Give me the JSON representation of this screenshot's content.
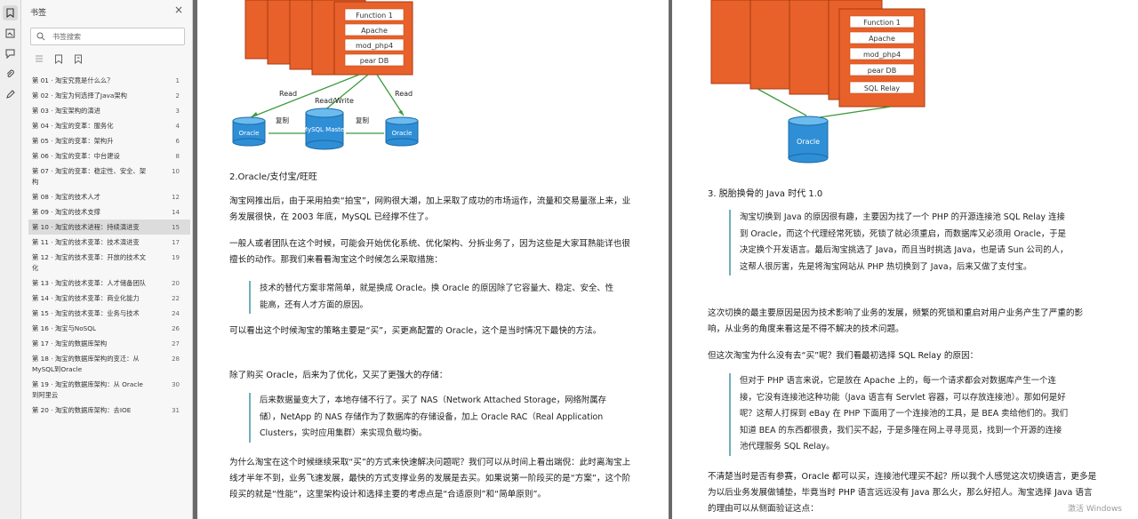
{
  "sidebar": {
    "title": "书签",
    "search_placeholder": "书签搜索",
    "items": [
      {
        "label": "第 01 · 淘宝究竟是什么么？",
        "page": "1"
      },
      {
        "label": "第 02 · 淘宝为何选择了Java架构",
        "page": "2"
      },
      {
        "label": "第 03 · 淘宝架构的演进",
        "page": "3"
      },
      {
        "label": "第 04 · 淘宝的变革：服务化",
        "page": "4"
      },
      {
        "label": "第 05 · 淘宝的变革：架构升",
        "page": "6"
      },
      {
        "label": "第 06 · 淘宝的变革：中台建设",
        "page": "8"
      },
      {
        "label": "第 07 · 淘宝的变革：稳定性、安全、架构",
        "page": "10"
      },
      {
        "label": "第 08 · 淘宝的技术人才",
        "page": "12"
      },
      {
        "label": "第 09 · 淘宝的技术支撑",
        "page": "14"
      },
      {
        "label": "第 10 · 淘宝的技术进程：持续演进变",
        "page": "15"
      },
      {
        "label": "第 11 · 淘宝的技术变革：技术演进变",
        "page": "17"
      },
      {
        "label": "第 12 · 淘宝的技术变革：开放的技术文化",
        "page": "19"
      },
      {
        "label": "第 13 · 淘宝的技术变革：人才储备团队",
        "page": "20"
      },
      {
        "label": "第 14 · 淘宝的技术变革：商业化能力",
        "page": "22"
      },
      {
        "label": "第 15 · 淘宝的技术变革：业务与技术",
        "page": "24"
      },
      {
        "label": "第 16 · 淘宝与NoSQL",
        "page": "26"
      },
      {
        "label": "第 17 · 淘宝的数据库架构",
        "page": "27"
      },
      {
        "label": "第 18 · 淘宝的数据库架构的变迁：从 MySQL到Oracle",
        "page": "28"
      },
      {
        "label": "第 19 · 淘宝的数据库架构：从 Oracle到阿里云",
        "page": "30"
      },
      {
        "label": "第 20 · 淘宝的数据库架构：去IOE",
        "page": "31"
      }
    ],
    "selected_index": 9
  },
  "page_left": {
    "diagram": {
      "box_labels": [
        "Function 1",
        "Apache",
        "mod_php4",
        "pear DB"
      ],
      "read_left": "Read",
      "read_write": "Read/Write",
      "read_right": "Read",
      "db_left": "Oracle",
      "db_center": "MySQL Master",
      "db_right": "Oracle",
      "sync_left": "复制",
      "sync_right": "复制"
    },
    "heading": "2.Oracle/支付宝/旺旺",
    "para1": "淘宝网推出后，由于采用拍卖“拍宝”，网购很大潮，加上采取了成功的市场运作，流量和交易量涨上来，业务发展很快，在 2003 年底，MySQL 已经撑不住了。",
    "para2": "一般人或者团队在这个时候，可能会开始优化系统、优化架构、分拆业务了，因为这些是大家耳熟能详也很擅长的动作。那我们来看看淘宝这个时候怎么采取措施：",
    "quote1": "技术的替代方案非常简单，就是换成 Oracle。换 Oracle 的原因除了它容量大、稳定、安全、性能高，还有人才方面的原因。",
    "para3": "可以看出这个时候淘宝的策略主要是“买”，买更高配置的 Oracle，这个是当时情况下最快的方法。",
    "para4": "除了购买 Oracle，后来为了优化，又买了更强大的存储：",
    "quote2": "后来数据量变大了，本地存储不行了。买了 NAS（Network Attached Storage，网络附属存储），NetApp 的 NAS 存储作为了数据库的存储设备，加上 Oracle RAC（Real Application Clusters，实时应用集群）来实现负载均衡。",
    "para5": "为什么淘宝在这个时候继续采取“买”的方式来快速解决问题呢？我们可以从时间上看出端倪：此时离淘宝上线才半年不到，业务飞速发展，最快的方式支撑业务的发展是去买。如果说第一阶段买的是“方案”，这个阶段买的就是“性能”，这里架构设计和选择主要的考虑点是“合适原则”和“简单原则”。"
  },
  "page_right": {
    "diagram": {
      "box_labels": [
        "Function 1",
        "Apache",
        "mod_php4",
        "pear DB",
        "SQL Relay"
      ],
      "db_label": "Oracle"
    },
    "heading": "3. 脱胎换骨的 Java 时代 1.0",
    "quote1": "淘宝切换到 Java 的原因很有趣，主要因为找了一个 PHP 的开源连接池 SQL Relay 连接到 Oracle，而这个代理经常死锁，死锁了就必须重启，而数据库又必须用 Oracle，于是决定换个开发语言。最后淘宝挑选了 Java，而且当时挑选 Java，也是请 Sun 公司的人，这帮人很厉害，先是将淘宝网站从 PHP 热切换到了 Java，后来又做了支付宝。",
    "para1": "这次切换的最主要原因是因为技术影响了业务的发展，频繁的死锁和重启对用户业务产生了严重的影响，从业务的角度来看这是不得不解决的技术问题。",
    "para2": "但这次淘宝为什么没有去“买”呢？我们看最初选择 SQL Relay 的原因：",
    "quote2": "但对于 PHP 语言来说，它是放在 Apache 上的，每一个请求都会对数据库产生一个连接，它没有连接池这种功能（Java 语言有 Servlet 容器，可以存放连接池）。那如何是好呢？这帮人打探到 eBay 在 PHP 下面用了一个连接池的工具，是 BEA 卖给他们的。我们知道 BEA 的东西都很贵，我们买不起，于是多隆在网上寻寻觅觅，找到一个开源的连接池代理服务 SQL Relay。",
    "para3": "不清楚当时是否有参赛，Oracle 都可以买，连接池代理买不起？所以我个人感觉这次切换语言，更多是为以后业务发展做铺垫，毕竟当时 PHP 语言远远没有 Java 那么火，那么好招人。淘宝选择 Java 语言的理由可以从侧面验证这点："
  },
  "watermark": "激活 Windows"
}
